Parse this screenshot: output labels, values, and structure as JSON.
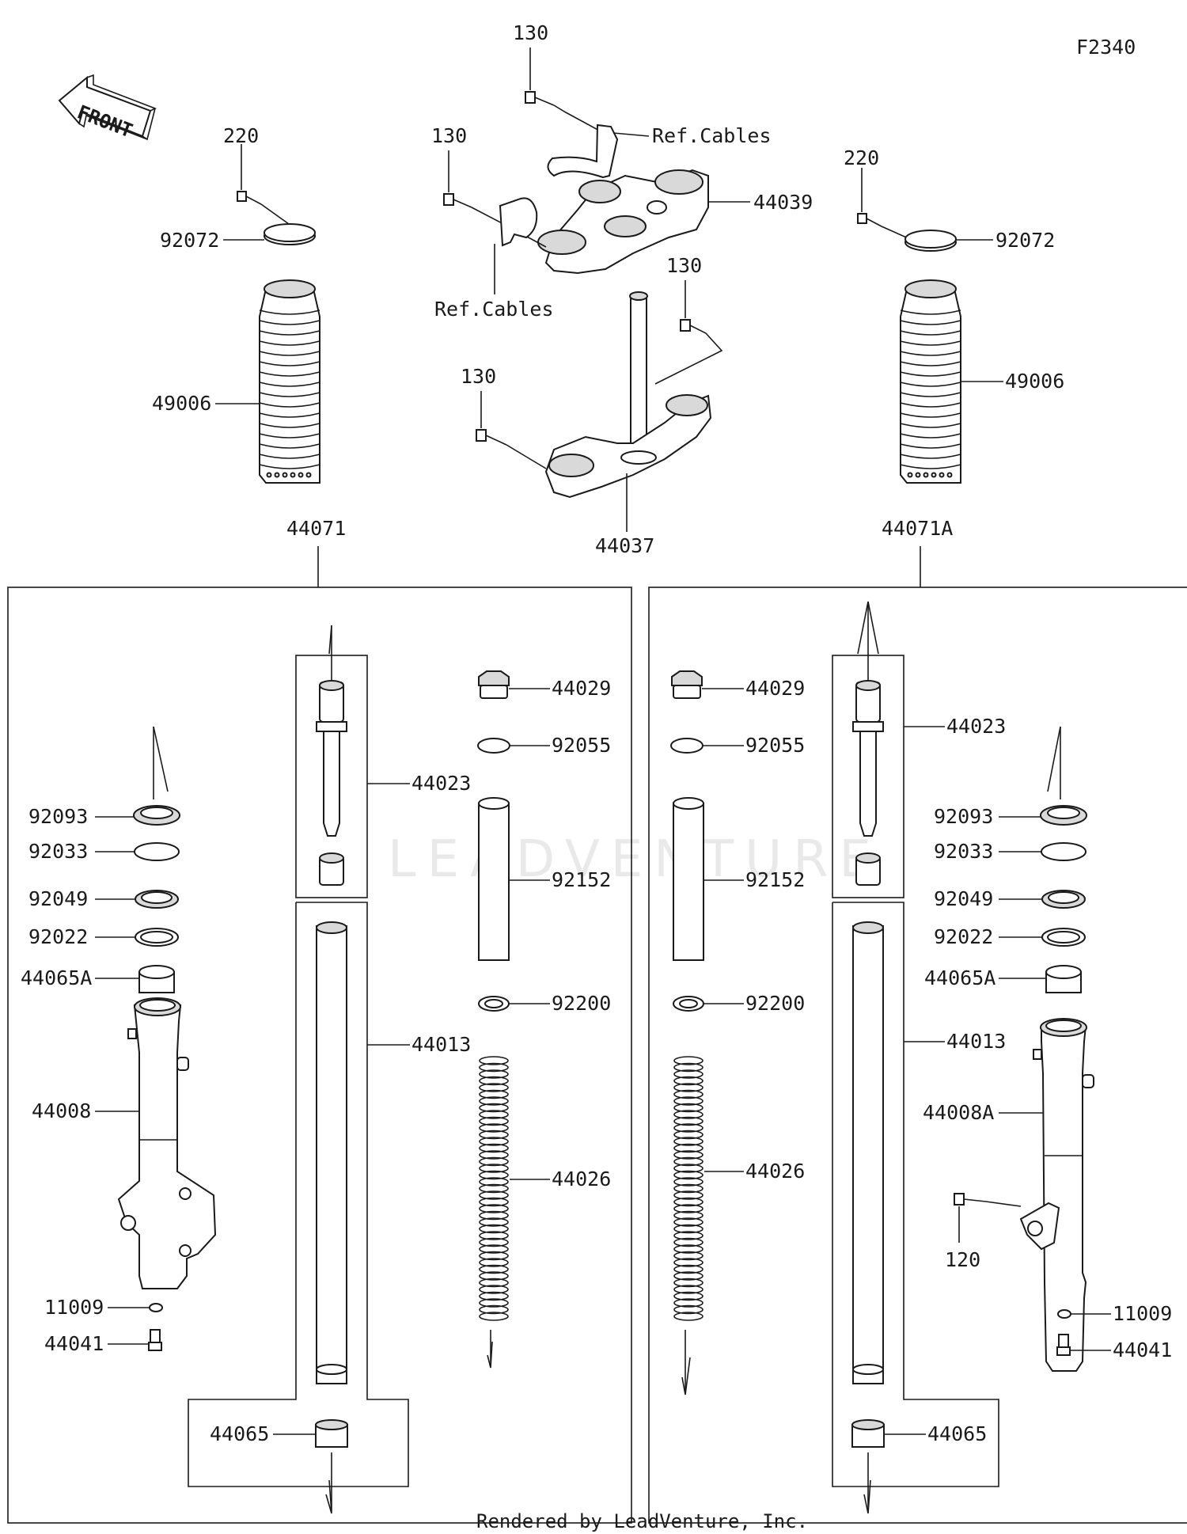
{
  "figure_code": "F2340",
  "front_label": "FRONT",
  "watermark": "LEADVENTURE",
  "footer": "Rendered by LeadVenture, Inc.",
  "top": {
    "bolt_130_a": "130",
    "bolt_130_b": "130",
    "bolt_130_c": "130",
    "bolt_130_d": "130",
    "ref_cables_1": "Ref.Cables",
    "ref_cables_2": "Ref.Cables",
    "upper_bracket": "44039",
    "stem_head": "44037",
    "left_screw": "220",
    "left_band": "92072",
    "left_boot": "49006",
    "right_screw": "220",
    "right_band": "92072",
    "right_boot": "49006",
    "left_fork_assy": "44071",
    "right_fork_assy": "44071A"
  },
  "left_panel": {
    "cap_bolt": "44029",
    "o_ring": "92055",
    "pipe_spacer": "92152",
    "washer": "92200",
    "spring": "44026",
    "cylinder": "44023",
    "inner_tube": "44013",
    "bushing_lower": "44065",
    "dust_seal": "92093",
    "circlip": "92033",
    "oil_seal": "92049",
    "washer_seal": "92022",
    "bushing_upper": "44065A",
    "outer_tube": "44008",
    "gasket": "11009",
    "drain_bolt": "44041"
  },
  "right_panel": {
    "cap_bolt": "44029",
    "o_ring": "92055",
    "pipe_spacer": "92152",
    "washer": "92200",
    "spring": "44026",
    "cylinder": "44023",
    "inner_tube": "44013",
    "bushing_lower": "44065",
    "dust_seal": "92093",
    "circlip": "92033",
    "oil_seal": "92049",
    "washer_seal": "92022",
    "bushing_upper": "44065A",
    "outer_tube": "44008A",
    "bolt": "120",
    "gasket": "11009",
    "drain_bolt": "44041"
  }
}
